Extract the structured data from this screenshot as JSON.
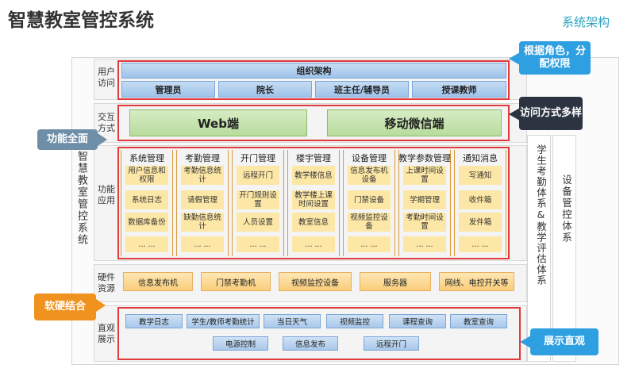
{
  "title": "智慧教室管控系统",
  "corner_label": "系统架构",
  "left_system": "智慧教室管控系统",
  "rows": {
    "user": "用户访问",
    "interact": "交互方式",
    "func": "功能应用",
    "hardware": "硬件资源",
    "visual": "直观展示"
  },
  "user_access": {
    "org": "组织架构",
    "roles": [
      "管理员",
      "院长",
      "班主任/辅导员",
      "授课教师"
    ]
  },
  "interaction": [
    "Web端",
    "移动微信端"
  ],
  "functions": [
    {
      "head": "系统管理",
      "items": [
        "用户信息和权限",
        "系统日志",
        "数据库备份",
        "... ..."
      ]
    },
    {
      "head": "考勤管理",
      "items": [
        "考勤信息统计",
        "请假管理",
        "缺勤信息统计",
        "... ..."
      ]
    },
    {
      "head": "开门管理",
      "items": [
        "远程开门",
        "开门规则设置",
        "人员设置",
        "... ..."
      ]
    },
    {
      "head": "楼宇管理",
      "items": [
        "教学楼信息",
        "教学楼上课时间设置",
        "教室信息",
        "... ..."
      ]
    },
    {
      "head": "设备管理",
      "items": [
        "信息发布机设备",
        "门禁设备",
        "视频监控设备",
        "... ..."
      ]
    },
    {
      "head": "教学参数管理",
      "items": [
        "上课时间设置",
        "学期管理",
        "考勤时间设置",
        "... ..."
      ]
    },
    {
      "head": "通知消息",
      "items": [
        "写通知",
        "收件箱",
        "发件箱",
        "... ..."
      ]
    }
  ],
  "hardware": [
    "信息发布机",
    "门禁考勤机",
    "视频监控设备",
    "服务器",
    "网线、电控开关等"
  ],
  "visual": {
    "row1": [
      "教学日志",
      "学生/教师考勤统计",
      "当日天气",
      "视频监控",
      "课程查询",
      "教室查询"
    ],
    "row2": [
      "电源控制",
      "信息发布",
      "远程开门"
    ]
  },
  "right_panels": {
    "student": "学生考勤体系&教学评估体系",
    "device": "设备管控体系"
  },
  "callouts": {
    "role": "根据角色，分配权限",
    "access": "访问方式多样",
    "func": "功能全面",
    "hw": "软硬结合",
    "show": "展示直观"
  },
  "colors": {
    "callout_blue": "#2e9fe0",
    "callout_dark": "#2b3440",
    "callout_gray": "#6f8fa8",
    "callout_orange": "#f0921e",
    "highlight_red": "#e03a3a"
  }
}
